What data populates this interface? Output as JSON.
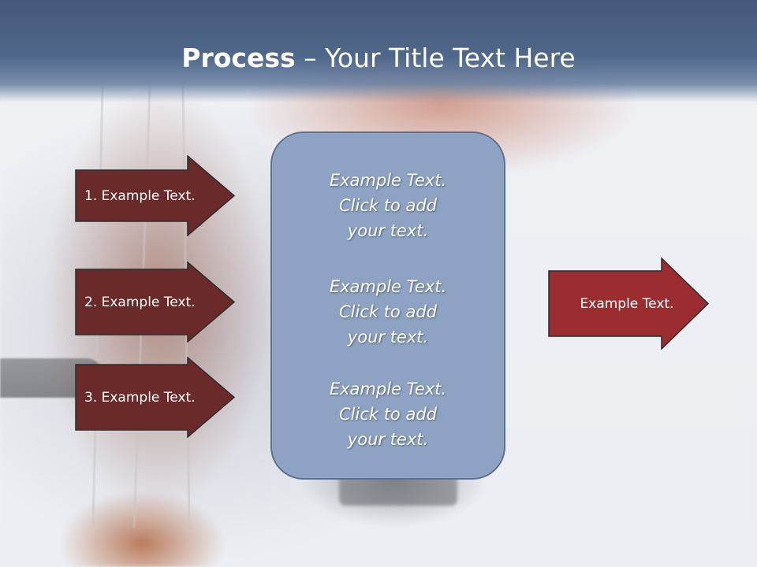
{
  "title": {
    "bold": "Process",
    "rest": " – Your Title Text Here"
  },
  "left_steps": [
    {
      "label": "1. Example Text."
    },
    {
      "label": "2. Example Text."
    },
    {
      "label": "3. Example Text."
    }
  ],
  "panel": {
    "blocks": [
      {
        "text": "Example Text.\nClick  to add\nyour text."
      },
      {
        "text": "Example Text.\nClick  to add\nyour text."
      },
      {
        "text": "Example Text.\nClick  to add\nyour text."
      }
    ]
  },
  "output": {
    "label": "Example Text."
  },
  "colors": {
    "title_band": "#4f678a",
    "step_arrow_fill": "#6b2a2a",
    "output_arrow_fill": "#9b2d30",
    "panel_fill": "#8ea3c4",
    "panel_border": "#5c6f8c"
  }
}
